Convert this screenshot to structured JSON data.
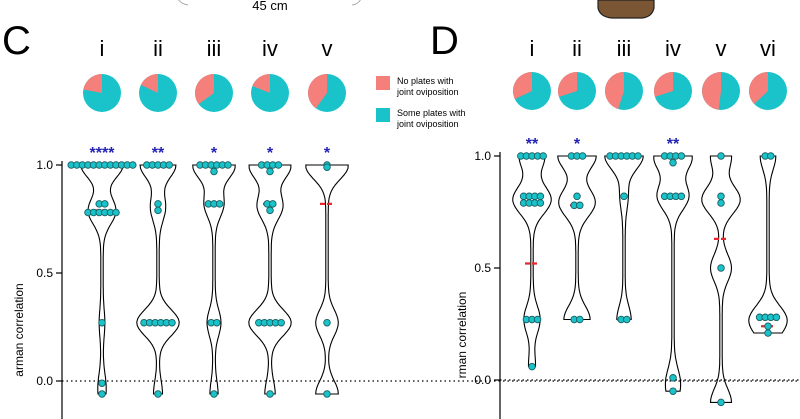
{
  "header": {
    "distance_label": "45 cm"
  },
  "colors": {
    "no_plates": "#f47f7b",
    "some_plates": "#19c3c9",
    "median": "#e8262b",
    "sig": "#2323b4",
    "dot_stroke": "#1a5f63",
    "cup": "#7b5634"
  },
  "legend": {
    "no_plates": "No plates with joint oviposition",
    "no_plates_lines": [
      "No plates with",
      "joint oviposition"
    ],
    "some_plates": "Some plates with joint oviposition",
    "some_plates_lines": [
      "Some plates with",
      "joint oviposition"
    ]
  },
  "chart_data": [
    {
      "type": "violin",
      "panel": "C",
      "ylabel": "Spearman correlation",
      "ylabel_visible": "arman correlation",
      "ylim": [
        -0.06,
        1.0
      ],
      "yticks": [
        0.0,
        0.5,
        1.0
      ],
      "ytick_labels": [
        "0.0",
        "0.5",
        "1.0"
      ],
      "zero_line": "dotted",
      "groups": [
        {
          "name": "i",
          "pie_no_plates": 0.22,
          "significance": "****",
          "median": 0.79,
          "points": [
            1,
            1,
            1,
            1,
            1,
            1,
            1,
            1,
            1,
            1,
            1,
            1,
            0.82,
            0.82,
            0.78,
            0.78,
            0.78,
            0.78,
            0.78,
            0.78,
            0.27,
            -0.01,
            -0.06
          ]
        },
        {
          "name": "ii",
          "pie_no_plates": 0.18,
          "significance": "**",
          "median": 0.27,
          "points": [
            1,
            1,
            1,
            1,
            1,
            0.82,
            0.79,
            0.27,
            0.27,
            0.27,
            0.27,
            0.27,
            0.27,
            -0.06
          ]
        },
        {
          "name": "iii",
          "pie_no_plates": 0.35,
          "significance": "*",
          "median": 0.82,
          "points": [
            1,
            1,
            1,
            1,
            1,
            1,
            0.97,
            0.82,
            0.82,
            0.82,
            0.27,
            0.27,
            -0.06
          ]
        },
        {
          "name": "iv",
          "pie_no_plates": 0.19,
          "significance": "*",
          "median": 0.82,
          "points": [
            1,
            1,
            1,
            1,
            0.97,
            0.82,
            0.82,
            0.79,
            0.27,
            0.27,
            0.27,
            0.27,
            0.27,
            -0.06
          ]
        },
        {
          "name": "v",
          "pie_no_plates": 0.4,
          "significance": "*",
          "median": 0.82,
          "points": [
            1,
            0.99,
            0.27,
            -0.06
          ]
        }
      ]
    },
    {
      "type": "violin",
      "panel": "D",
      "ylabel": "Spearman correlation",
      "ylabel_visible": "rman correlation",
      "ylim": [
        -0.15,
        1.0
      ],
      "yticks": [
        0.0,
        0.5,
        1.0
      ],
      "ytick_labels": [
        "0.0",
        "0.5",
        "1.0"
      ],
      "zero_line": "dotted",
      "groups": [
        {
          "name": "i",
          "pie_no_plates": 0.32,
          "significance": "**",
          "median": 0.52,
          "points": [
            1,
            1,
            1,
            1,
            1,
            0.82,
            0.82,
            0.82,
            0.82,
            0.79,
            0.79,
            0.79,
            0.79,
            0.27,
            0.27,
            0.27,
            0.06
          ]
        },
        {
          "name": "ii",
          "pie_no_plates": 0.3,
          "significance": "*",
          "median": 0.78,
          "points": [
            1,
            1,
            1,
            0.82,
            0.78,
            0.78,
            0.27,
            0.27
          ]
        },
        {
          "name": "iii",
          "pie_no_plates": 0.45,
          "significance": "",
          "median": 0.27,
          "points": [
            1,
            1,
            1,
            1,
            1,
            1,
            0.82,
            0.27,
            0.27
          ]
        },
        {
          "name": "iv",
          "pie_no_plates": 0.3,
          "significance": "**",
          "median": 0.82,
          "points": [
            1,
            1,
            1,
            1,
            0.97,
            0.82,
            0.82,
            0.82,
            0.82,
            0.01,
            -0.05
          ]
        },
        {
          "name": "v",
          "pie_no_plates": 0.48,
          "significance": "",
          "median": 0.63,
          "points": [
            1,
            0.82,
            0.79,
            0.5,
            -0.1
          ]
        },
        {
          "name": "vi",
          "pie_no_plates": 0.37,
          "significance": "",
          "median": 0.24,
          "points": [
            1,
            1,
            0.28,
            0.28,
            0.28,
            0.28,
            0.24,
            0.21
          ]
        }
      ]
    }
  ]
}
